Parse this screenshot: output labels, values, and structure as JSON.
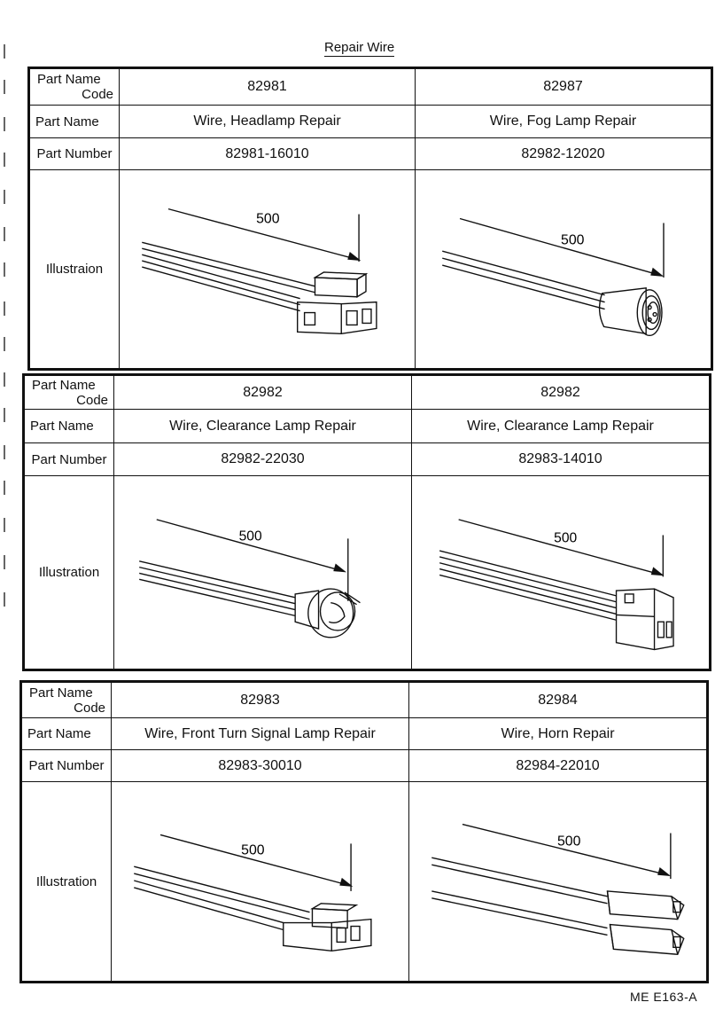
{
  "title": "Repair Wire",
  "footer_code": "ME E163-A",
  "labels": {
    "part_name_code_1": "Part Name",
    "part_name_code_2": "Code",
    "part_name": "Part Name",
    "part_number": "Part Number"
  },
  "dimension": "500",
  "tables": [
    {
      "illustration_label": "Illustraion",
      "parts": [
        {
          "code": "82981",
          "name": "Wire, Headlamp Repair",
          "number": "82981-16010"
        },
        {
          "code": "82987",
          "name": "Wire, Fog Lamp Repair",
          "number": "82982-12020"
        }
      ]
    },
    {
      "illustration_label": "Illustration",
      "parts": [
        {
          "code": "82982",
          "name": "Wire, Clearance Lamp Repair",
          "number": "82982-22030"
        },
        {
          "code": "82982",
          "name": "Wire, Clearance Lamp Repair",
          "number": "82983-14010"
        }
      ]
    },
    {
      "illustration_label": "Illustration",
      "parts": [
        {
          "code": "82983",
          "name": "Wire, Front Turn Signal Lamp Repair",
          "number": "82983-30010"
        },
        {
          "code": "82984",
          "name": "Wire, Horn Repair",
          "number": "82984-22010"
        }
      ]
    }
  ]
}
